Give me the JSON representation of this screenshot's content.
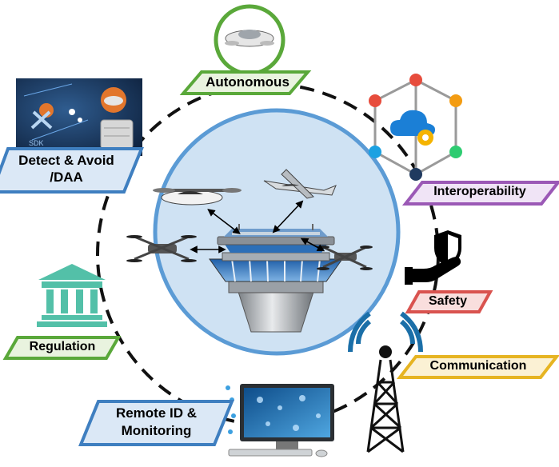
{
  "labels": {
    "autonomous": "Autonomous",
    "detect_avoid_line1": "Detect & Avoid",
    "detect_avoid_line2": "/DAA",
    "interoperability": "Interoperability",
    "safety": "Safety",
    "regulation": "Regulation",
    "communication": "Communication",
    "remote_id_line1": "Remote ID &",
    "remote_id_line2": "Monitoring",
    "sdk": "SDK"
  },
  "colors": {
    "green": "#5aa83a",
    "green_fill": "#e9f3df",
    "blue": "#3f7fc0",
    "blue_fill": "#dbe8f6",
    "purple": "#9b59b6",
    "purple_fill": "#f0e4f6",
    "red": "#d9534f",
    "red_fill": "#f9dedd",
    "yellow": "#e6b422",
    "yellow_fill": "#fbf1d4",
    "hub_ring": "#5b9bd5",
    "hub_fill": "#cfe2f3"
  },
  "icons": {
    "autonomous": "autonomous-drone-icon",
    "detect_avoid": "detect-avoid-sdk-icon",
    "interoperability": "cloud-network-icon",
    "safety": "shield-hand-icon",
    "regulation": "government-building-icon",
    "communication": "radio-tower-icon",
    "remote_id": "monitoring-computer-icon",
    "hub": "air-traffic-control-tower-icon"
  }
}
